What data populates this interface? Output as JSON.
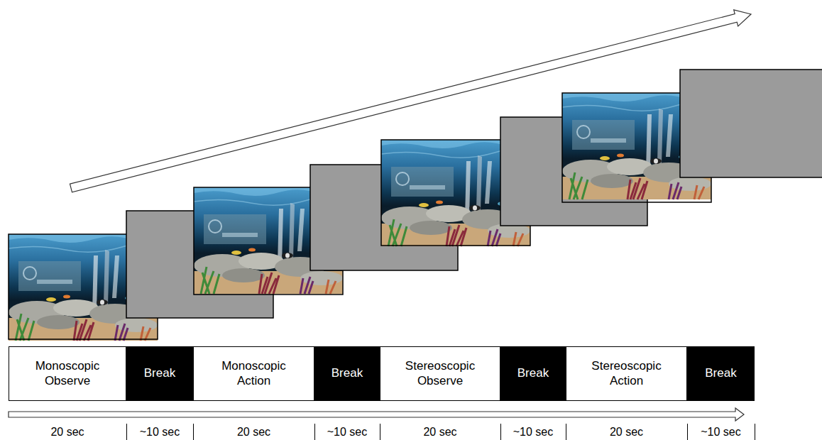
{
  "diagram": {
    "nodes": [
      {
        "text": [
          "Monoscopic Observe"
        ]
      },
      {
        "text": [
          "Break"
        ]
      },
      {
        "text": [
          "Monoscopic Action"
        ]
      },
      {
        "text": [
          "Break"
        ]
      },
      {
        "text": [
          "Stereoscopic Observe"
        ]
      },
      {
        "text": [
          "Break"
        ]
      },
      {
        "text": [
          "Stereoscopic Action"
        ]
      },
      {
        "text": [
          "Break"
        ]
      }
    ],
    "labels": [
      "20 sec",
      "~10 sec",
      "20 sec",
      "~10 sec",
      "20 sec",
      "~10 sec",
      "20 sec",
      "~10 sec"
    ]
  }
}
